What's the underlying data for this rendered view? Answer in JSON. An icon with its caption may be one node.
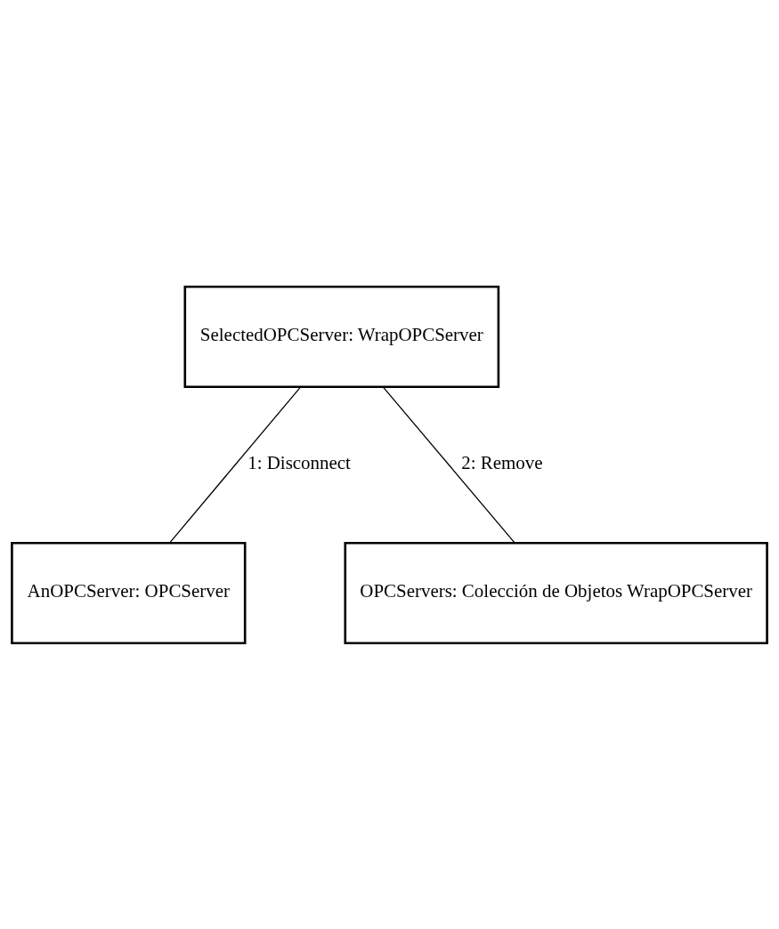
{
  "diagram": {
    "nodes": [
      {
        "text": [
          "SelectedOPCServer: WrapOPCServer"
        ]
      },
      {
        "text": [
          "AnOPCServer: OPCServer"
        ]
      },
      {
        "text": [
          "OPCServers: Colección de Objetos WrapOPCServer"
        ]
      }
    ],
    "edges": [
      {
        "from": 0,
        "to": 1,
        "arrow": "none",
        "label": "1: Disconnect"
      },
      {
        "from": 0,
        "to": 2,
        "arrow": "none",
        "label": "2: Remove"
      }
    ]
  }
}
